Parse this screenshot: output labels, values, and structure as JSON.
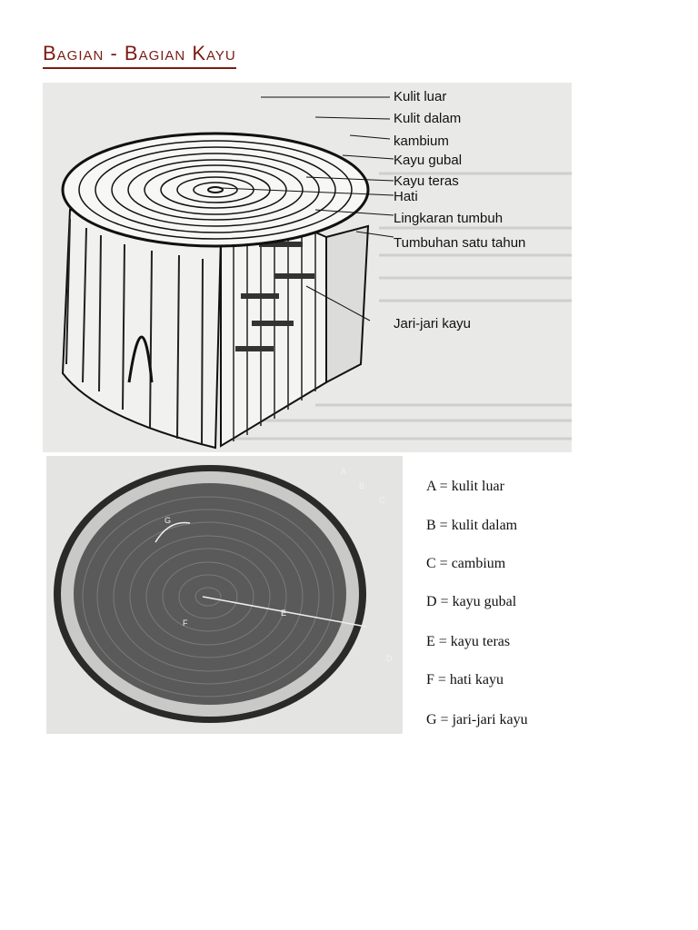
{
  "title": "Bagian - Bagian Kayu",
  "diagram_labels": [
    "Kulit luar",
    "Kulit dalam",
    "kambium",
    "Kayu gubal",
    "Kayu teras",
    "Hati",
    "Lingkaran tumbuh",
    "Tumbuhan satu tahun",
    "Jari-jari kayu"
  ],
  "photo_markers": [
    "A",
    "B",
    "C",
    "D",
    "E",
    "F",
    "G"
  ],
  "legend": [
    "A = kulit luar",
    "B = kulit dalam",
    "C = cambium",
    "D =  kayu gubal",
    "E = kayu teras",
    "F = hati kayu",
    "G = jari-jari kayu"
  ],
  "colors": {
    "title": "#7a1c12",
    "ink": "#1a1a1a",
    "paper": "#e9e9e7"
  }
}
